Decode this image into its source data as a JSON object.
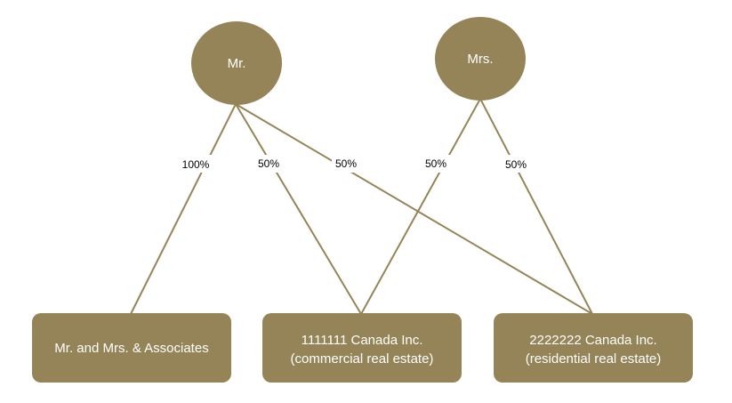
{
  "owners": {
    "mr": {
      "label": "Mr."
    },
    "mrs": {
      "label": "Mrs."
    }
  },
  "entities": {
    "associates": {
      "line1": "Mr. and Mrs. & Associates"
    },
    "commercial": {
      "line1": "1111111 Canada Inc.",
      "line2": "(commercial real estate)"
    },
    "residential": {
      "line1": "2222222 Canada Inc.",
      "line2": "(residential real estate)"
    }
  },
  "ownership": {
    "mr_associates": "100%",
    "mr_commercial": "50%",
    "mr_residential": "50%",
    "mrs_commercial": "50%",
    "mrs_residential": "50%"
  },
  "colors": {
    "node": "#958457",
    "line": "#958457",
    "text_on_node": "#ffffff"
  }
}
